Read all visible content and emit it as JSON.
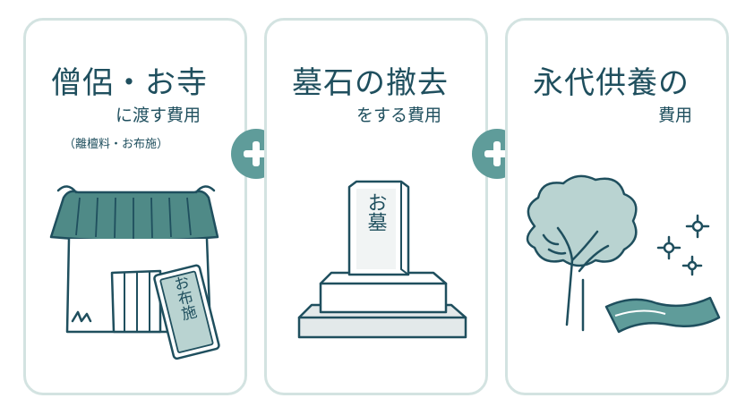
{
  "cards": [
    {
      "title": "僧侶・お寺",
      "subtitle": "に渡す費用",
      "note": "（離檀料・お布施）",
      "illustration": {
        "icon": "temple",
        "sign_text": "お布施"
      }
    },
    {
      "title": "墓石の撤去",
      "subtitle": "をする費用",
      "illustration": {
        "icon": "gravestone",
        "stone_text": "お墓"
      }
    },
    {
      "title": "永代供養の",
      "subtitle": "費用",
      "illustration": {
        "icon": "tree-river-flowers"
      }
    }
  ],
  "separators": [
    "plus-icon",
    "plus-icon"
  ],
  "colors": {
    "accent": "#5f9c9a",
    "text": "#1f4f5e",
    "card_border": "#d3e3e1",
    "roof": "#4f8a87",
    "tree": "#b9d3d1",
    "stone": "#e3e9ea"
  }
}
